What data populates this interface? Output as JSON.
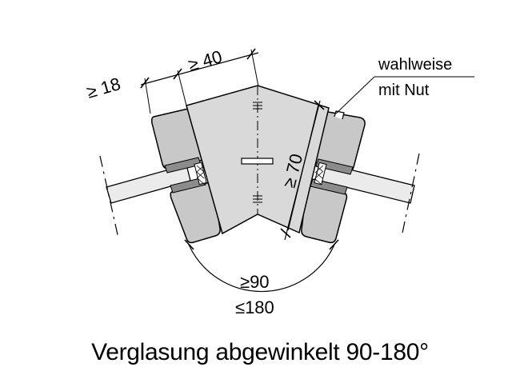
{
  "dimensions": {
    "min_edge_distance": "≥ 18",
    "min_width": "≥ 40",
    "min_depth": "≥ 70",
    "angle_min": "≥90",
    "angle_max": "≤180"
  },
  "callout": {
    "line1": "wahlweise",
    "line2": "mit Nut"
  },
  "caption": "Verglasung abgewinkelt 90-180°",
  "colors": {
    "stroke": "#000000",
    "seal_block": "#c8c8c8",
    "post": "#d9d9d9",
    "glass": "#ebebeb",
    "gasket": "#8c8c8c"
  }
}
